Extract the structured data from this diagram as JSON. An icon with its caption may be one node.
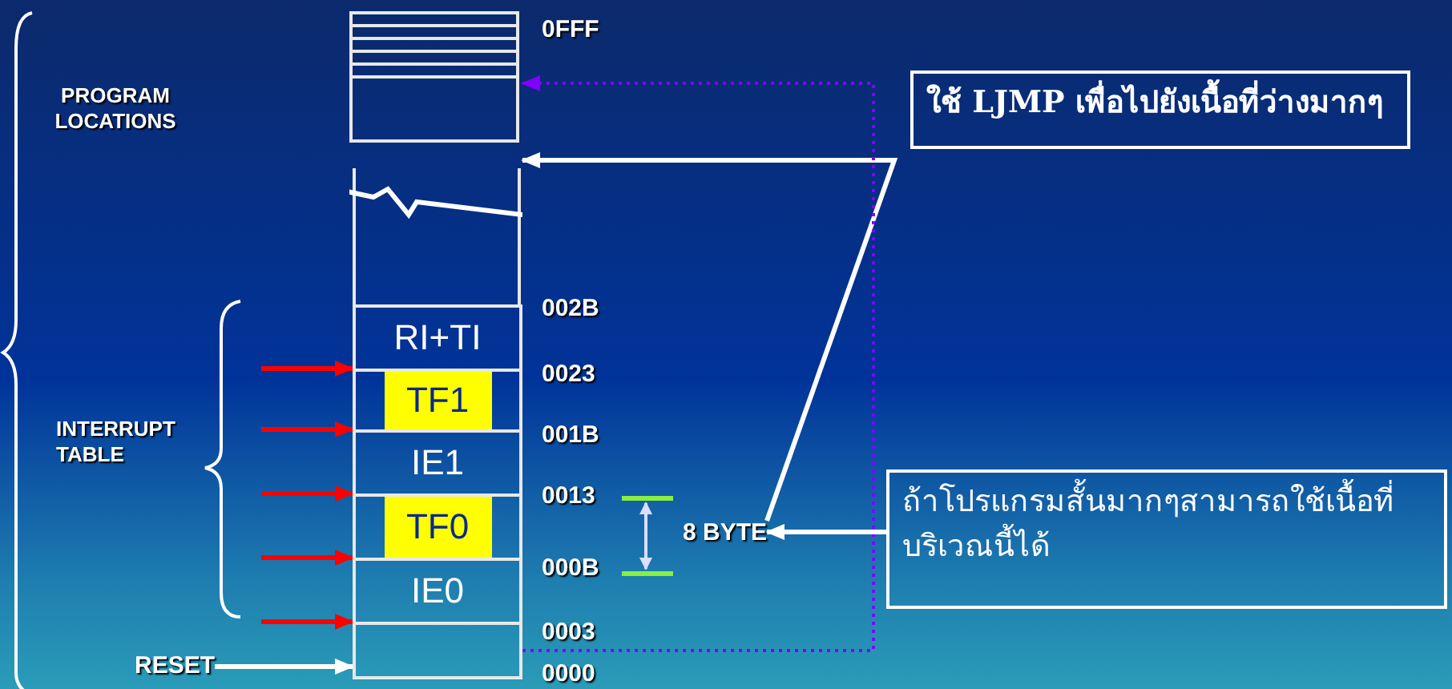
{
  "diagram": {
    "nodes": [
      {
        "text": [
          "ใช้ LJMP เพื่อไปยังเนื้อที่ว่างมากๆ"
        ]
      },
      {
        "text": [],
        "shape": "box"
      },
      {
        "text": [
          "RI+TI"
        ]
      },
      {
        "text": [
          "TF1"
        ]
      },
      {
        "text": [
          "IE1"
        ]
      },
      {
        "text": [
          "TF0"
        ]
      },
      {
        "text": [
          "IE0"
        ]
      },
      {
        "text": [],
        "shape": "box"
      },
      {
        "text": [
          "8 BYTE"
        ]
      },
      {
        "text": [
          "ถ้าโปรแกรมสั้นมากๆสามารถใช้เนื้อที่บริเวณนี้ได้"
        ]
      },
      {
        "text": [
          "RESET"
        ]
      }
    ],
    "edges": [
      {
        "from": null,
        "to": 2,
        "arrow": "to",
        "color": "#ff0000"
      },
      {
        "from": null,
        "to": 3,
        "arrow": "to",
        "color": "#ff0000"
      },
      {
        "from": null,
        "to": 4,
        "arrow": "to",
        "color": "#ff0000"
      },
      {
        "from": null,
        "to": 5,
        "arrow": "to",
        "color": "#ff0000"
      },
      {
        "from": null,
        "to": 6,
        "arrow": "to",
        "color": "#ff0000"
      },
      {
        "from": 10,
        "to": 7,
        "arrow": "to",
        "color": "#ffffff"
      },
      {
        "from": 8,
        "to": 1,
        "arrow": "to",
        "color": "#ffffff"
      },
      {
        "from": 7,
        "to": 1,
        "arrow": "to",
        "style": "dashed",
        "color": "#7f00ff"
      },
      {
        "from": 9,
        "to": 8,
        "arrow": "to",
        "color": "#ffffff"
      }
    ],
    "labels": [
      "0FFF",
      "PROGRAM LOCATIONS",
      "002B",
      "0023",
      "001B",
      "INTERRUPT TABLE",
      "0013",
      "000B",
      "0003",
      "0000"
    ]
  }
}
